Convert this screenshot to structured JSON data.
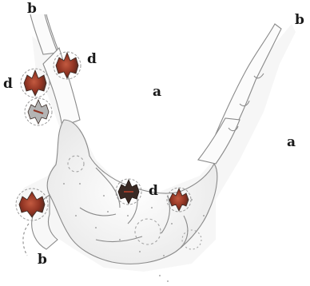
{
  "illustration": {
    "labels": {
      "b_top_left": "b",
      "b_top_right": "b",
      "b_bottom_left": "b",
      "a_center": "a",
      "a_right": "a",
      "d_top_right_of_pair": "d",
      "d_left": "d",
      "d_center": "d"
    },
    "colors": {
      "ink": "#2a2a2a",
      "outline_faint": "#8c8c8c",
      "shadow": "#d9d9d9",
      "body_fill": "#f7f7f7",
      "body_shade": "#e6e6e6",
      "knot_red": "#9b3b2a",
      "knot_dark": "#3a2a24",
      "knot_grey": "#b0b0b0"
    }
  }
}
